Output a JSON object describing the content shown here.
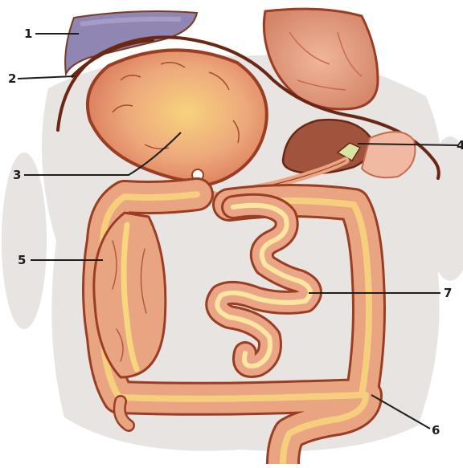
{
  "labels": {
    "l1": "1",
    "l2": "2",
    "l3": "3",
    "l4": "4",
    "l5": "5",
    "l6": "6",
    "l7": "7"
  },
  "colors": {
    "background": "#ffffff",
    "shadow": "#e5e2df",
    "organ_fill": "#e9a482",
    "organ_outline": "#9a3d22",
    "organ_highlight": "#f5d27a",
    "lumen": "#fbe6a0",
    "liver": "#8a7fae",
    "gallbladder": "#d9e3a6",
    "diaphragm_line": "#6a2814",
    "leader": "#1e1e1e"
  },
  "icons": [
    "stomach-drawing",
    "small-intestine-drawing",
    "large-intestine-drawing",
    "liver-drawing",
    "kidney-drawing",
    "pancreas-drawing"
  ]
}
